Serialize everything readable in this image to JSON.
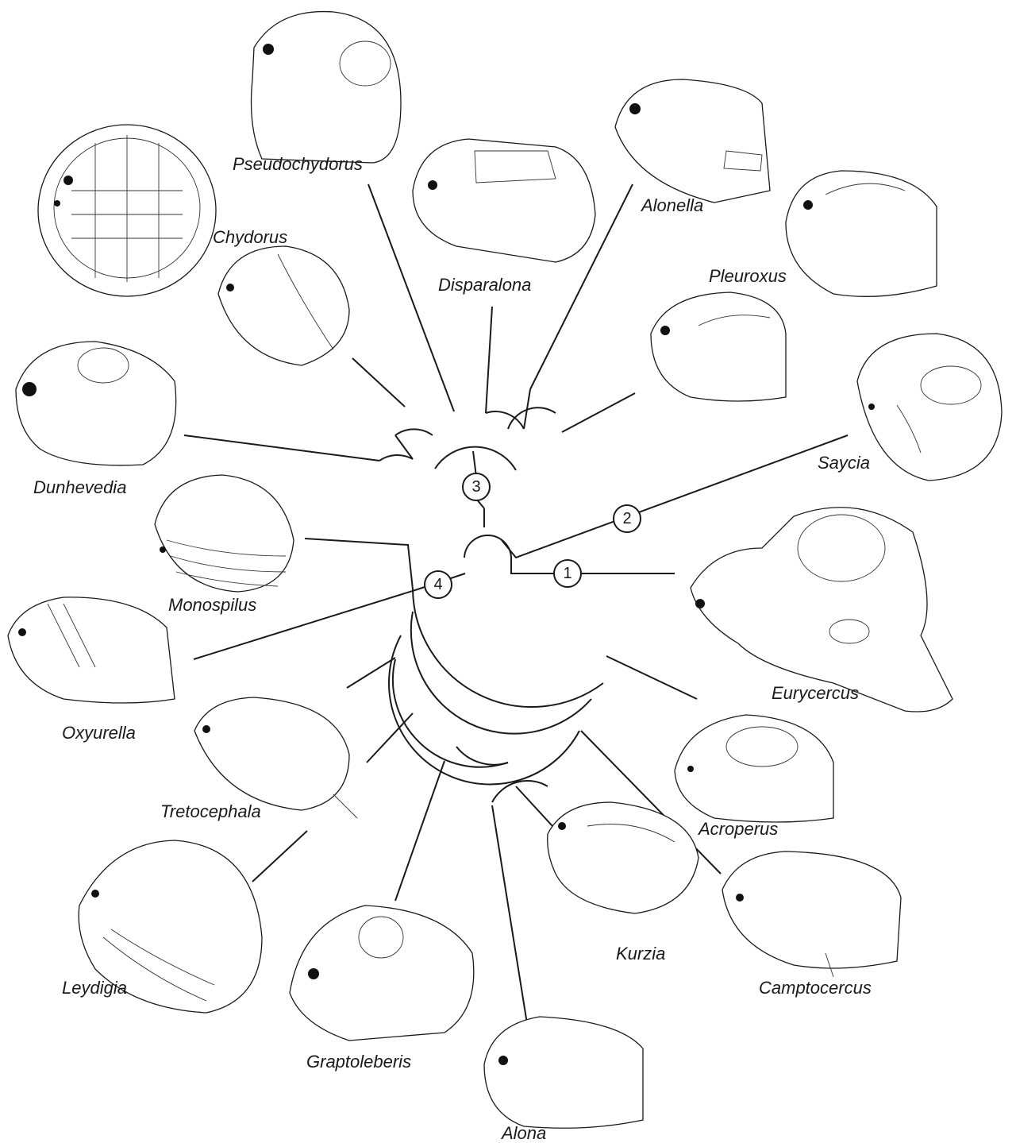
{
  "taxa": [
    {
      "id": "chydorus",
      "label": "Chydorus"
    },
    {
      "id": "pseudochydorus",
      "label": "Pseudochydorus"
    },
    {
      "id": "disparalona",
      "label": "Disparalona"
    },
    {
      "id": "alonella",
      "label": "Alonella"
    },
    {
      "id": "pleuroxus",
      "label": "Pleuroxus"
    },
    {
      "id": "saycia",
      "label": "Saycia"
    },
    {
      "id": "eurycercus",
      "label": "Eurycercus"
    },
    {
      "id": "dunhevedia",
      "label": "Dunhevedia"
    },
    {
      "id": "monospilus",
      "label": "Monospilus"
    },
    {
      "id": "oxyurella",
      "label": "Oxyurella"
    },
    {
      "id": "tretocephala",
      "label": "Tretocephala"
    },
    {
      "id": "leydigia",
      "label": "Leydigia"
    },
    {
      "id": "graptoleberis",
      "label": "Graptoleberis"
    },
    {
      "id": "alona",
      "label": "Alona"
    },
    {
      "id": "kurzia",
      "label": "Kurzia"
    },
    {
      "id": "camptocercus",
      "label": "Camptocercus"
    },
    {
      "id": "acroperus",
      "label": "Acroperus"
    }
  ],
  "nodes": [
    {
      "id": "n1",
      "label": "1"
    },
    {
      "id": "n2",
      "label": "2"
    },
    {
      "id": "n3",
      "label": "3"
    },
    {
      "id": "n4",
      "label": "4"
    }
  ],
  "colors": {
    "ink": "#1a1a1a",
    "background": "#ffffff"
  }
}
